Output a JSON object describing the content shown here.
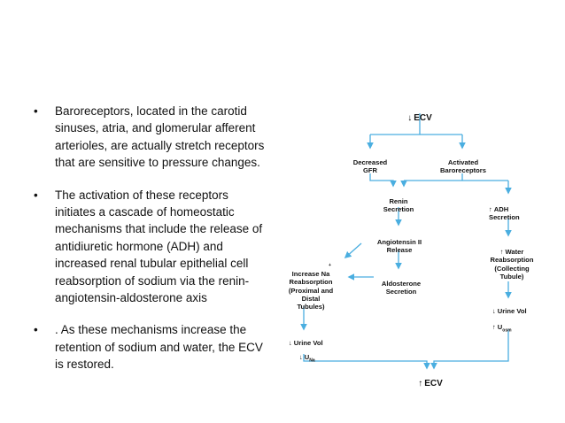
{
  "bullets": [
    {
      "marker": "•",
      "text": "Baroreceptors, located in the carotid sinuses, atria, and glomerular afferent arterioles, are actually stretch receptors that are sensitive to pressure changes."
    },
    {
      "marker": "•",
      "text": "The activation of these receptors initiates a cascade of homeostatic mechanisms that include the release of antidiuretic hormone (ADH) and increased renal tubular epithelial cell reabsorption of sodium via the renin-angiotensin-aldosterone axis"
    },
    {
      "marker": "•",
      "text": ". As these mechanisms increase the retention of sodium and water, the ECV is restored."
    }
  ],
  "diagram": {
    "arrow_color": "#4aaee0",
    "nodes": {
      "ecv_top": {
        "arrow": "↓",
        "text": "ECV"
      },
      "decreased_gfr": {
        "text": "Decreased\nGFR"
      },
      "activated_baroreceptors": {
        "text": "Activated\nBaroreceptors"
      },
      "renin_secretion": {
        "text": "Renin\nSecretion"
      },
      "adh_secretion": {
        "arrow": "↑",
        "text": "ADH\nSecretion"
      },
      "angiotensin_release": {
        "text": "Angiotensin II\nRelease"
      },
      "water_reabsorption": {
        "arrow": "↑",
        "text": "Water\nReabsorption\n(Collecting\nTubule)"
      },
      "increase_na_reabsorption": {
        "text": "Increase Na\nReabsorption\n(Proximal and\nDistal\nTubules)",
        "sup": "+"
      },
      "aldosterone_secretion": {
        "text": "Aldosterone\nSecretion"
      },
      "urine_vol_right": {
        "arrow": "↓",
        "text": "Urine Vol"
      },
      "u_osm": {
        "arrow": "↑",
        "text": "U",
        "sub": "osm"
      },
      "urine_vol_left": {
        "arrow": "↓",
        "text": "Urine Vol"
      },
      "u_na": {
        "arrow": "↓",
        "text": "U",
        "sub": "Na"
      },
      "ecv_bottom": {
        "arrow": "↑",
        "text": "ECV"
      }
    }
  }
}
